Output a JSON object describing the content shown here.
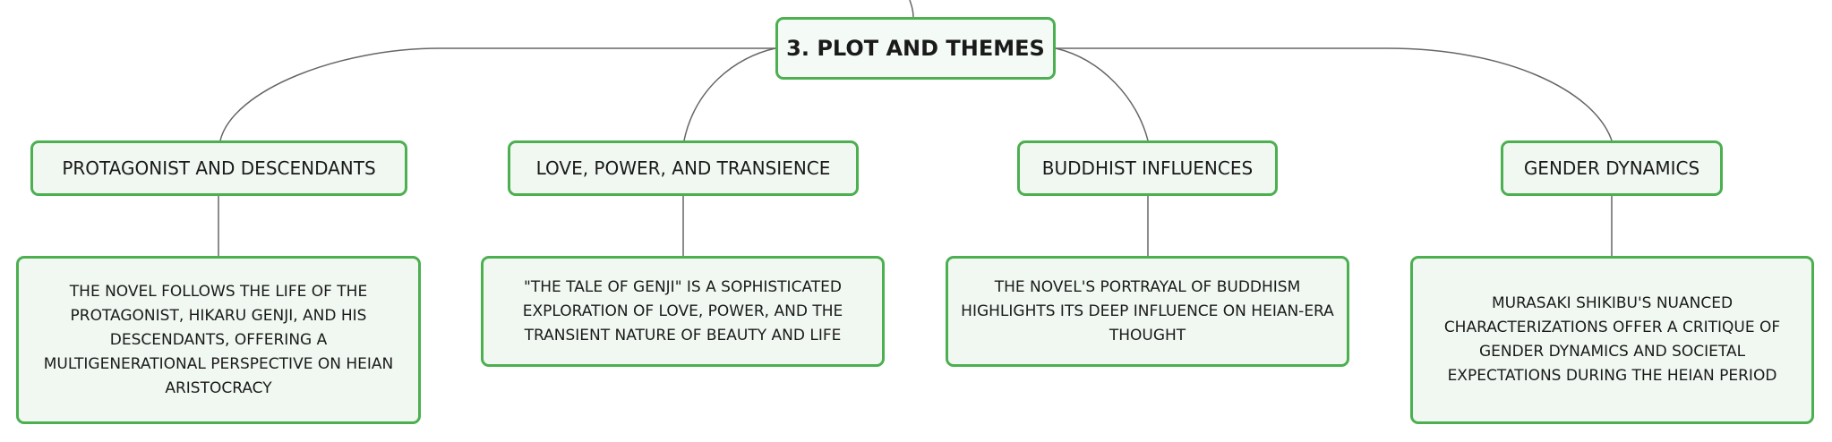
{
  "root": {
    "label": "3. PLOT AND THEMES"
  },
  "branches": [
    {
      "label": "PROTAGONIST AND DESCENDANTS",
      "detail": "THE NOVEL FOLLOWS THE LIFE OF THE PROTAGONIST, HIKARU GENJI, AND HIS DESCENDANTS, OFFERING A MULTIGENERATIONAL PERSPECTIVE ON HEIAN ARISTOCRACY"
    },
    {
      "label": "LOVE, POWER, AND TRANSIENCE",
      "detail": "\"THE TALE OF GENJI\" IS A SOPHISTICATED EXPLORATION OF LOVE, POWER, AND THE TRANSIENT NATURE OF BEAUTY AND LIFE"
    },
    {
      "label": "BUDDHIST INFLUENCES",
      "detail": "THE NOVEL'S PORTRAYAL OF BUDDHISM HIGHLIGHTS ITS DEEP INFLUENCE ON HEIAN-ERA THOUGHT"
    },
    {
      "label": "GENDER DYNAMICS",
      "detail": "MURASAKI SHIKIBU'S NUANCED CHARACTERIZATIONS OFFER A CRITIQUE OF GENDER DYNAMICS AND SOCIETAL EXPECTATIONS DURING THE HEIAN PERIOD"
    }
  ],
  "colors": {
    "node_border": "#4caf50",
    "node_fill": "#f1f8f2",
    "connector": "#555555"
  }
}
